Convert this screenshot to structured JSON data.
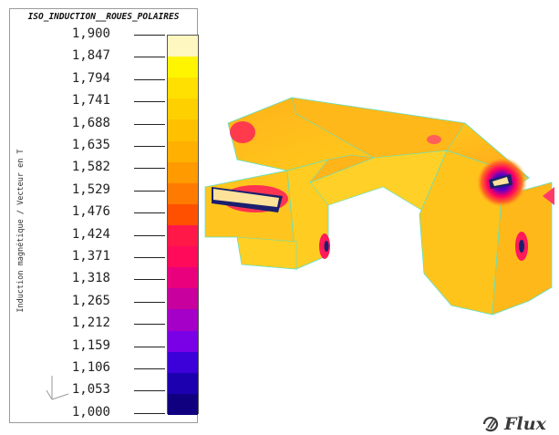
{
  "legend": {
    "title": "ISO_INDUCTION__ROUES_POLAIRES",
    "quantity_label": "Induction magnétique / Vecteur en T",
    "ticks": [
      "1,900",
      "1,847",
      "1,794",
      "1,741",
      "1,688",
      "1,635",
      "1,582",
      "1,529",
      "1,476",
      "1,424",
      "1,371",
      "1,318",
      "1,265",
      "1,212",
      "1,159",
      "1,106",
      "1,053",
      "1,000"
    ],
    "bands": [
      "#fff7c0",
      "#fff500",
      "#ffe000",
      "#ffd000",
      "#ffc000",
      "#ffb000",
      "#ff9a00",
      "#ff7a00",
      "#ff5000",
      "#ff1848",
      "#ff0a5a",
      "#e8007c",
      "#c8009e",
      "#a400c8",
      "#7a00e6",
      "#3c00d8",
      "#1c00b0",
      "#100080"
    ]
  },
  "viewport": {
    "model": "pole-wheel-induction-map",
    "colors": {
      "base": "#ffc21a",
      "warm": "#ff9c1c",
      "hot": "#ff7020",
      "mesh": "#5ce0c8",
      "hole": "#1a1f6e"
    }
  },
  "brand": {
    "logo_text": "Flux",
    "icon": "flux-logo-icon"
  }
}
